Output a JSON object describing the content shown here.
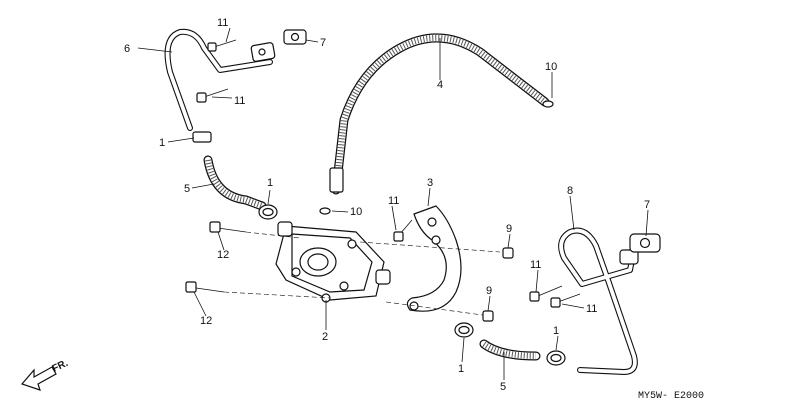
{
  "diagram": {
    "callouts": {
      "c1a": "1",
      "c1b": "1",
      "c1c": "1",
      "c1d": "1",
      "c2": "2",
      "c3": "3",
      "c4": "4",
      "c5a": "5",
      "c5b": "5",
      "c6": "6",
      "c7a": "7",
      "c7b": "7",
      "c8": "8",
      "c9a": "9",
      "c9b": "9",
      "c10a": "10",
      "c10b": "10",
      "c11a": "11",
      "c11b": "11",
      "c11c": "11",
      "c11d": "11",
      "c11e": "11",
      "c12a": "12",
      "c12b": "12"
    },
    "direction_label": "FR.",
    "diagram_code": "MY5W- E2000"
  }
}
